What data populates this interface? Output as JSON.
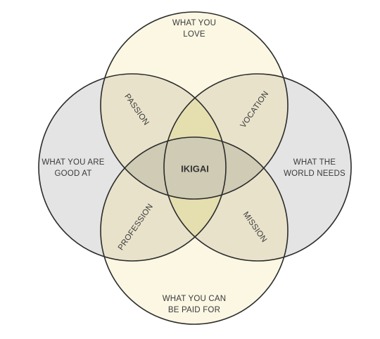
{
  "diagram": {
    "circles": {
      "love": {
        "label_line1": "WHAT YOU",
        "label_line2": "LOVE",
        "fill": "#fbf7e3"
      },
      "good_at": {
        "label_line1": "WHAT YOU ARE",
        "label_line2": "GOOD AT",
        "fill": "#e4e4e4"
      },
      "world_needs": {
        "label_line1": "WHAT THE",
        "label_line2": "WORLD NEEDS",
        "fill": "#e4e4e4"
      },
      "paid_for": {
        "label_line1": "WHAT YOU CAN",
        "label_line2": "BE PAID FOR",
        "fill": "#fbf7e3"
      }
    },
    "overlaps": {
      "passion": "PASSION",
      "vocation": "VOCATION",
      "profession": "PROFESSION",
      "mission": "MISSION",
      "center": "IKIGAI"
    },
    "colors": {
      "stroke": "#2b2b2b",
      "pair_overlap": "#e8e2cb",
      "center_overlap": "#e5dfb0",
      "vertical_lens": "#cfcbb4"
    }
  }
}
